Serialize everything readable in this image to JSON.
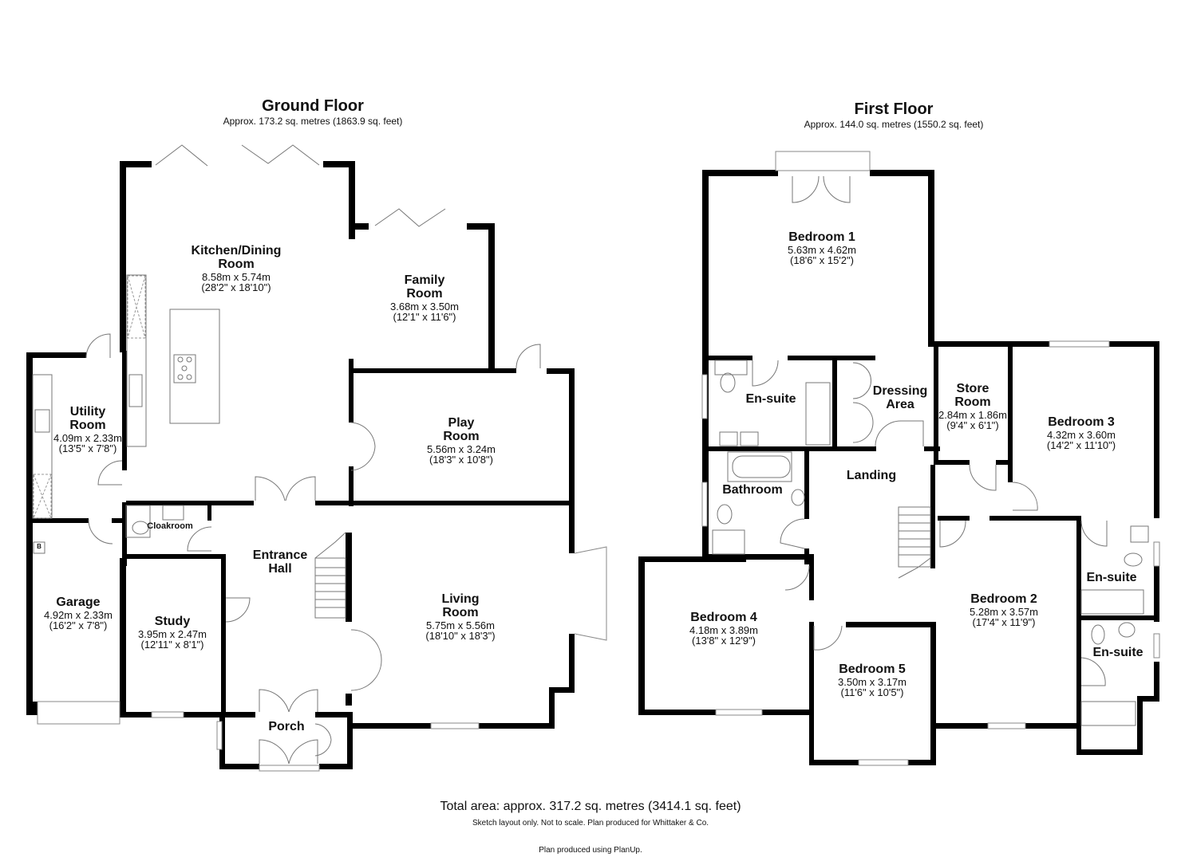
{
  "ground_floor": {
    "title": "Ground Floor",
    "area": "Approx. 173.2 sq. metres (1863.9 sq. feet)",
    "rooms": {
      "kitchen": {
        "name_line1": "Kitchen/Dining",
        "name_line2": "Room",
        "metric": "8.58m x 5.74m",
        "imperial": "(28'2\" x 18'10\")"
      },
      "family": {
        "name_line1": "Family",
        "name_line2": "Room",
        "metric": "3.68m x 3.50m",
        "imperial": "(12'1\" x 11'6\")"
      },
      "utility": {
        "name_line1": "Utility",
        "name_line2": "Room",
        "metric": "4.09m x 2.33m",
        "imperial": "(13'5\" x 7'8\")"
      },
      "play": {
        "name_line1": "Play",
        "name_line2": "Room",
        "metric": "5.56m x 3.24m",
        "imperial": "(18'3\" x 10'8\")"
      },
      "cloakroom": {
        "name": "Cloakroom"
      },
      "entrance": {
        "name_line1": "Entrance",
        "name_line2": "Hall"
      },
      "living": {
        "name_line1": "Living",
        "name_line2": "Room",
        "metric": "5.75m x 5.56m",
        "imperial": "(18'10\" x 18'3\")"
      },
      "garage": {
        "name": "Garage",
        "metric": "4.92m x 2.33m",
        "imperial": "(16'2\" x 7'8\")"
      },
      "study": {
        "name": "Study",
        "metric": "3.95m x 2.47m",
        "imperial": "(12'11\" x 8'1\")"
      },
      "porch": {
        "name": "Porch"
      },
      "boiler_marker": "B"
    }
  },
  "first_floor": {
    "title": "First Floor",
    "area": "Approx. 144.0 sq. metres (1550.2 sq. feet)",
    "rooms": {
      "bedroom1": {
        "name": "Bedroom 1",
        "metric": "5.63m x 4.62m",
        "imperial": "(18'6\" x 15'2\")"
      },
      "ensuite1": {
        "name": "En-suite"
      },
      "dressing": {
        "name_line1": "Dressing",
        "name_line2": "Area"
      },
      "store": {
        "name_line1": "Store",
        "name_line2": "Room",
        "metric": "2.84m x 1.86m",
        "imperial": "(9'4\" x 6'1\")"
      },
      "bedroom3": {
        "name": "Bedroom 3",
        "metric": "4.32m x 3.60m",
        "imperial": "(14'2\" x 11'10\")"
      },
      "bathroom": {
        "name": "Bathroom"
      },
      "landing": {
        "name": "Landing"
      },
      "ensuite3": {
        "name": "En-suite"
      },
      "bedroom2": {
        "name": "Bedroom 2",
        "metric": "5.28m x 3.57m",
        "imperial": "(17'4\" x 11'9\")"
      },
      "ensuite2": {
        "name": "En-suite"
      },
      "bedroom4": {
        "name": "Bedroom 4",
        "metric": "4.18m x 3.89m",
        "imperial": "(13'8\" x 12'9\")"
      },
      "bedroom5": {
        "name": "Bedroom 5",
        "metric": "3.50m x 3.17m",
        "imperial": "(11'6\" x 10'5\")"
      }
    }
  },
  "footer": {
    "total_area": "Total area: approx. 317.2 sq. metres (3414.1 sq. feet)",
    "disclaimer": "Sketch layout only. Not to scale. Plan produced for Whittaker & Co.",
    "credit": "Plan produced using PlanUp."
  },
  "colors": {
    "wall": "#000000",
    "fixture": "#777777",
    "background": "#ffffff"
  }
}
